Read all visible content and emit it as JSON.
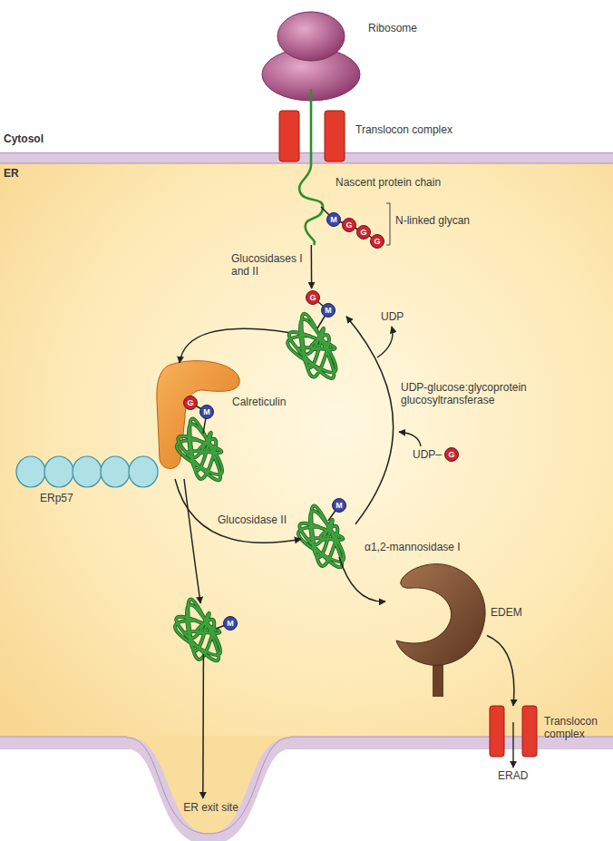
{
  "diagram": {
    "nodes": [
      {
        "text": [
          "Cytosol"
        ]
      },
      {
        "text": [
          "ER"
        ]
      },
      {
        "text": [
          "Ribosome"
        ],
        "in": 0
      },
      {
        "text": [
          "Translocon complex"
        ]
      },
      {
        "text": [
          "Nascent protein chain",
          "N-linked glycan",
          "M",
          "G",
          "G",
          "G"
        ],
        "in": 1
      },
      {
        "text": [
          "G",
          "M"
        ],
        "in": 1
      },
      {
        "text": [
          "Calreticulin",
          "G",
          "M"
        ],
        "in": 1
      },
      {
        "text": [
          "ERp57"
        ],
        "in": 1
      },
      {
        "text": [
          "M"
        ],
        "in": 1
      },
      {
        "text": [
          "M"
        ],
        "in": 1
      },
      {
        "text": [
          "EDEM"
        ],
        "in": 1
      },
      {
        "text": [
          "Translocon complex"
        ]
      },
      {
        "text": [
          "ER exit site"
        ]
      }
    ],
    "edges": [
      {
        "from": 4,
        "to": 5,
        "arrow": "to",
        "label": "Glucosidases I and II"
      },
      {
        "from": 5,
        "to": 6,
        "arrow": "to"
      },
      {
        "from": 6,
        "to": 8,
        "arrow": "to",
        "label": "Glucosidase II"
      },
      {
        "from": 6,
        "to": 9,
        "arrow": "to"
      },
      {
        "from": 8,
        "to": 5,
        "arrow": "to",
        "label": "UDP-glucose:glycoprotein glucosyltransferase"
      },
      {
        "from": 8,
        "to": 10,
        "arrow": "to",
        "label": "α1,2-mannosidase I"
      },
      {
        "from": 10,
        "to": 11,
        "arrow": "to"
      },
      {
        "from": 9,
        "to": 12,
        "arrow": "to"
      }
    ],
    "labels": [
      "UDP",
      "UDP–",
      "G",
      "ERAD"
    ]
  }
}
